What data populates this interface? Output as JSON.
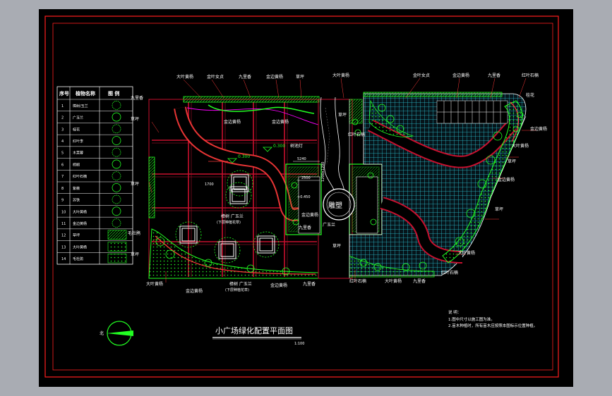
{
  "drawing": {
    "title": "小广场绿化配置平面图",
    "scale": "1:100",
    "north_label": "北",
    "statue_label": "雕塑",
    "elev_1": "0.300",
    "elev_2": "0.300",
    "elev_3": "+0.450",
    "dim_1": "5240",
    "dim_2": "2500",
    "dim_3": "1700",
    "dim_4": "1200x1200",
    "note_title": "说 明：",
    "note_1": "1.图中尺寸以施工图为准。",
    "note_2": "2.苗木种植时，所有苗木应按照本图标示位置种植。",
    "labels": {
      "top_1": "大叶黄杨",
      "top_2": "金叶女贞",
      "top_3": "九里香",
      "top_4": "金边黄杨",
      "top_5": "草坪",
      "top_6": "大叶黄杨",
      "top_7": "金叶女贞",
      "top_8": "金边黄杨",
      "top_9": "九里香",
      "top_10": "红叶石楠",
      "left_1": "九里香",
      "left_2": "草坪",
      "left_3": "草坪",
      "left_4": "毛杜鹃",
      "left_5": "草坪",
      "center_1": "金边黄杨",
      "center_2": "金边黄杨",
      "center_3": "树池灯",
      "center_4": "樟树 广玉兰",
      "center_5": "(下层种植花草)",
      "center_6": "金边黄杨",
      "center_7": "九里香",
      "center_8": "樟树 广玉兰",
      "center_9": "(下层种植花草)",
      "center_10": "广玉兰",
      "right_1": "桂花",
      "right_2": "金边黄杨",
      "right_3": "大叶黄杨",
      "right_4": "草坪",
      "right_5": "金边黄杨",
      "right_6": "草坪",
      "right_7": "大叶黄杨",
      "right_8": "红叶石楠",
      "bottom_1": "大叶黄杨",
      "bottom_2": "金边黄杨",
      "bottom_3": "金边黄杨",
      "bottom_4": "九里香",
      "bottom_5": "红叶石楠",
      "bottom_6": "大叶黄杨",
      "bottom_7": "九里香",
      "mid_1": "草坪",
      "mid_2": "草坪",
      "mid_3": "红叶石楠"
    }
  },
  "legend": {
    "headers": [
      "序号",
      "植物名称",
      "图 例"
    ],
    "rows": [
      {
        "no": "1",
        "name": "樟树/玉兰"
      },
      {
        "no": "2",
        "name": "广玉兰"
      },
      {
        "no": "3",
        "name": "桂花"
      },
      {
        "no": "4",
        "name": "红叶李"
      },
      {
        "no": "5",
        "name": "木芙蓉"
      },
      {
        "no": "6",
        "name": "棕榈"
      },
      {
        "no": "7",
        "name": "红叶石楠"
      },
      {
        "no": "8",
        "name": "紫薇"
      },
      {
        "no": "9",
        "name": "苏铁"
      },
      {
        "no": "10",
        "name": "大叶黄杨"
      },
      {
        "no": "11",
        "name": "金边黄杨"
      },
      {
        "no": "12",
        "name": "草坪"
      },
      {
        "no": "13",
        "name": "大叶黄杨"
      },
      {
        "no": "14",
        "name": "毛杜鹃"
      }
    ]
  },
  "colors": {
    "sheet_bg": "#000000",
    "frame": "#ff1e1e",
    "plant": "#22ff22",
    "water_grid": "#2cc6d6",
    "paving": "#c8102e",
    "path": "#ff3a3a"
  }
}
